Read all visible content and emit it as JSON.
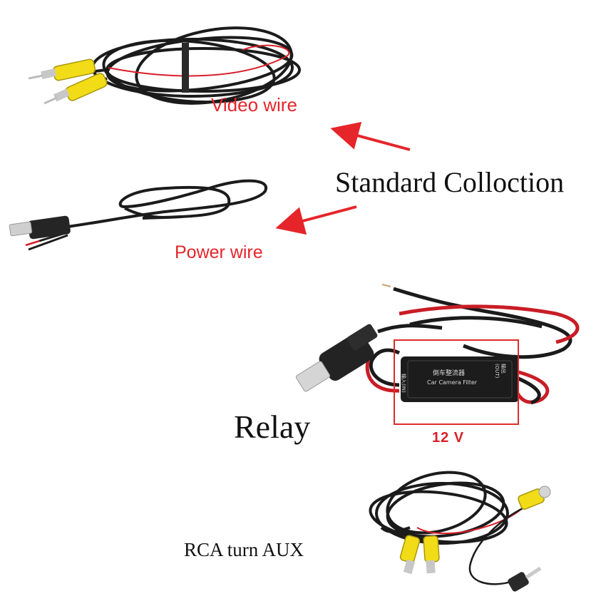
{
  "labels": {
    "video_wire": "Video wire",
    "power_wire": "Power wire",
    "standard_collection": "Standard Colloction",
    "relay": "Relay",
    "voltage": "12 V",
    "rca_turn_aux": "RCA turn AUX"
  },
  "filter_box": {
    "chinese_title": "倒车整流器",
    "english_title": "Car Camera Filter",
    "input_label": "输入(IN)",
    "output_label": "输出(OUT)"
  },
  "colors": {
    "label_red": "#e5252a",
    "cable_black": "#1b1b1b",
    "wire_red": "#d8202a",
    "rca_yellow": "#f2dc17",
    "highlight_box": "#e02a2a"
  }
}
